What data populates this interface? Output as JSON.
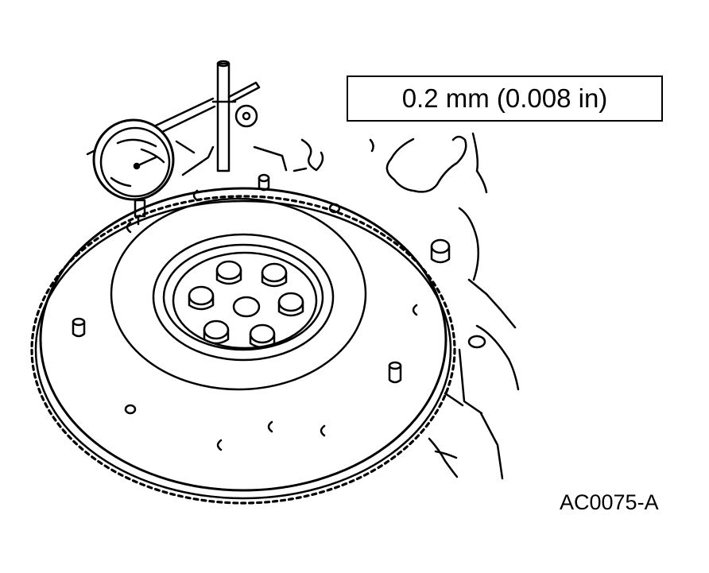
{
  "spec": {
    "runout_text": "0.2 mm (0.008 in)"
  },
  "figure": {
    "id": "AC0075-A"
  },
  "parts": {
    "flywheel": "flywheel-with-ring-gear",
    "indicator": "dial-indicator",
    "stand": "magnetic-base-stand"
  },
  "colors": {
    "ink": "#000000",
    "paper": "#ffffff"
  }
}
